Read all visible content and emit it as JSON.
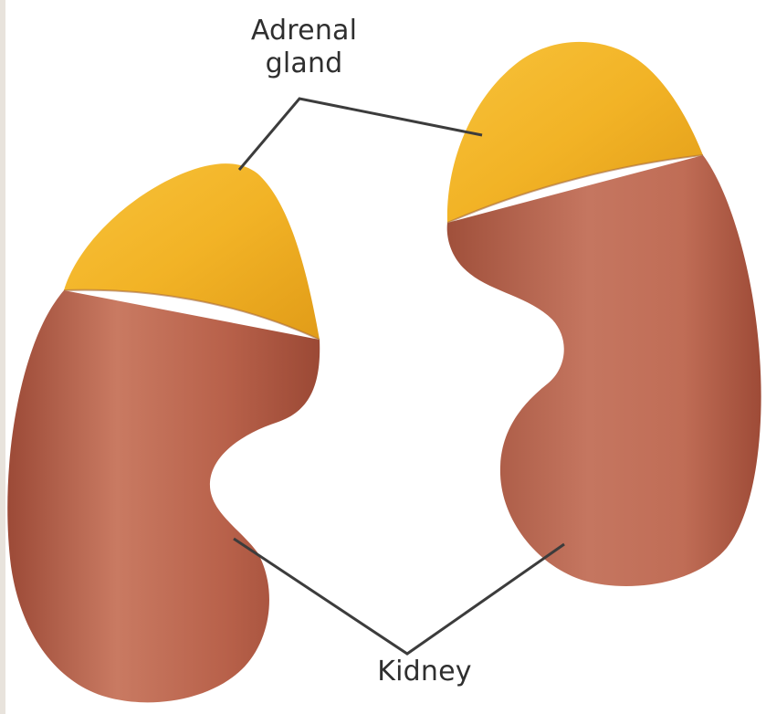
{
  "labels": {
    "adrenal_line1": "Adrenal",
    "adrenal_line2": "gland",
    "kidney": "Kidney"
  },
  "colors": {
    "adrenal_gland": "#f2b326",
    "kidney": "#b8614a",
    "leader_line": "#3c3c3c"
  }
}
